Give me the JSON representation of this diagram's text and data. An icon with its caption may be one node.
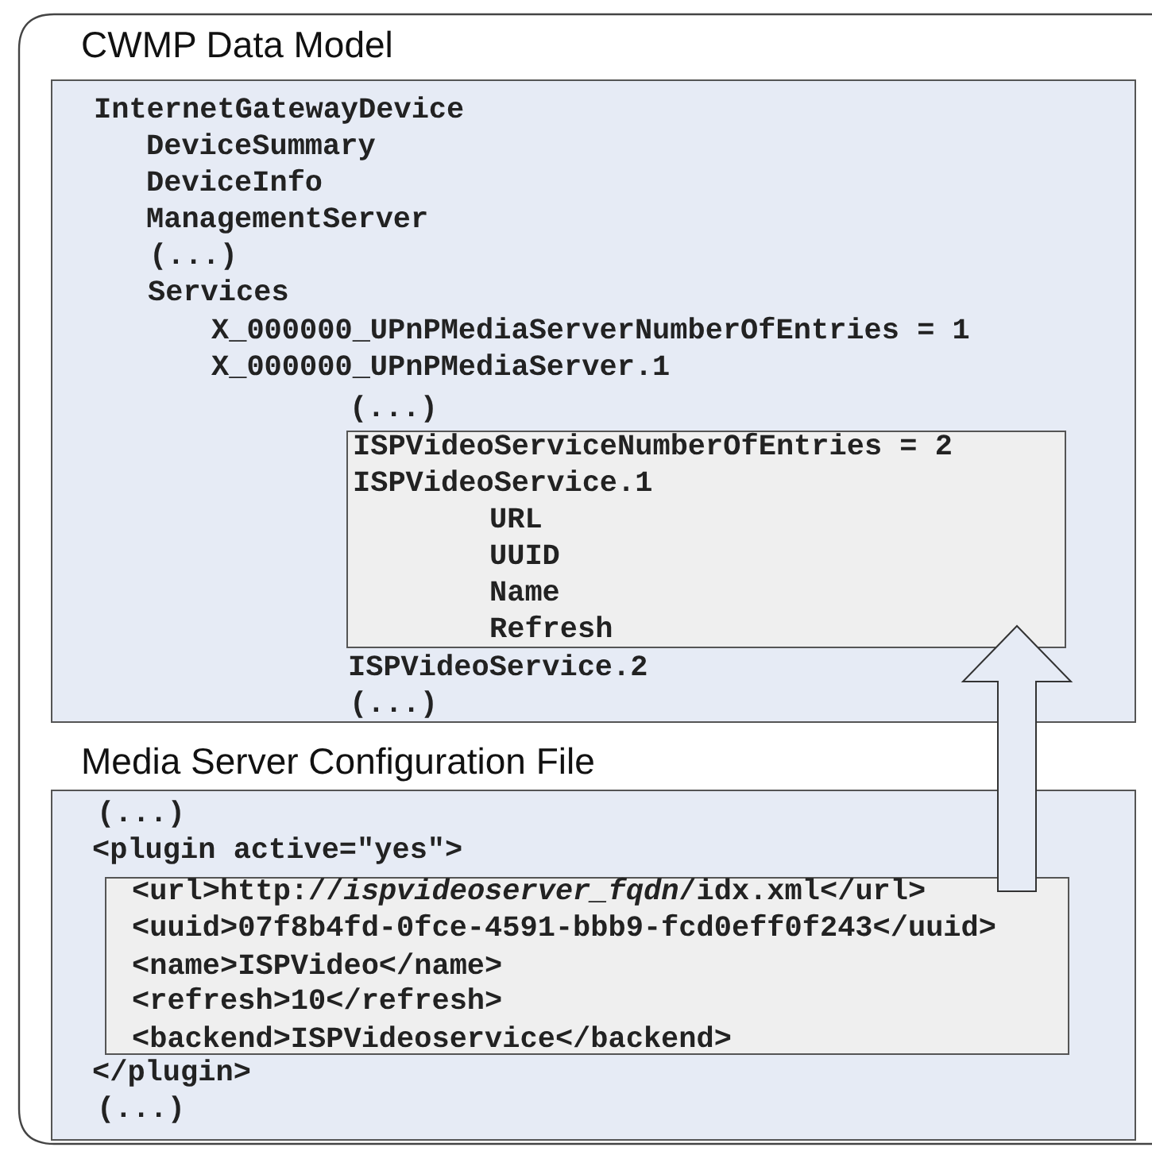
{
  "diagram": {
    "nodes": [
      {
        "text": [
          "CWMP Data Model",
          "InternetGatewayDevice",
          "DeviceSummary",
          "DeviceInfo",
          "ManagementServer",
          "(...)",
          "Services",
          "X_000000_UPnPMediaServerNumberOfEntries = 1",
          "X_000000_UPnPMediaServer.1",
          "(...)",
          "ISPVideoService.2",
          "(...)"
        ]
      },
      {
        "text": [
          "ISPVideoServiceNumberOfEntries = 2",
          "ISPVideoService.1",
          "URL",
          "UUID",
          "Name",
          "Refresh"
        ],
        "in": 0
      },
      {
        "text": [
          "Media Server Configuration File",
          "(...)",
          "<plugin active=\"yes\">",
          "</plugin>",
          "(...)"
        ]
      },
      {
        "text": [
          "<url>http://*ispvideoserver_fqdn*/idx.xml</url>",
          "<uuid>07f8b4fd-0fce-4591-bbb9-fcd0eff0f243</uuid>",
          "<name>ISPVideo</name>",
          "<refresh>10</refresh>",
          "<backend>ISPVideoservice</backend>"
        ],
        "in": 2
      }
    ],
    "edges": [
      {
        "from": 3,
        "to": 1,
        "arrow": "to"
      }
    ]
  }
}
